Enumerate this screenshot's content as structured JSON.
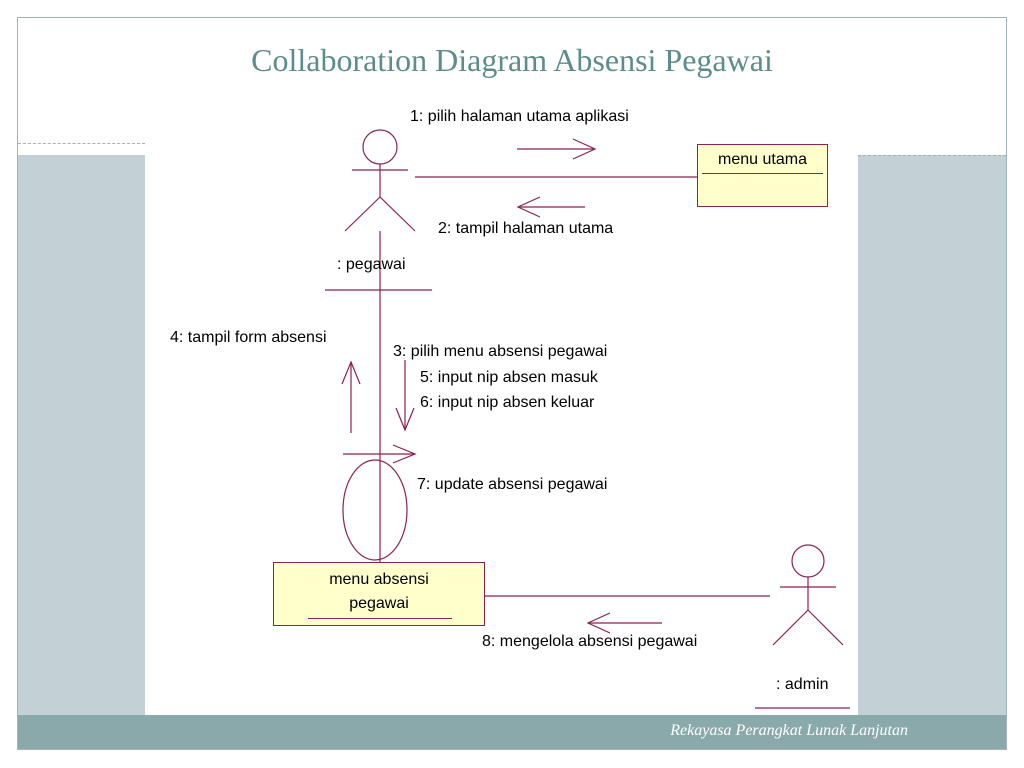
{
  "slide": {
    "title": "Collaboration Diagram Absensi Pegawai",
    "footer": "Rekayasa Perangkat Lunak Lanjutan"
  },
  "diagram": {
    "actors": {
      "pegawai": ": pegawai",
      "admin": ": admin"
    },
    "objects": {
      "menu_utama": "menu utama",
      "menu_absensi_line1": "menu absensi",
      "menu_absensi_line2": "pegawai"
    },
    "messages": {
      "m1": "1: pilih halaman utama aplikasi",
      "m2": "2: tampil halaman utama",
      "m3": "3: pilih menu absensi pegawai",
      "m4": "4: tampil form absensi",
      "m5": "5: input nip absen masuk",
      "m6": "6: input nip absen keluar",
      "m7": "7: update absensi pegawai",
      "m8": "8: mengelola absensi pegawai"
    },
    "colors": {
      "line": "#8b2252",
      "object_fill": "#ffffcc",
      "title": "#5d8c8c",
      "band": "#c3d0d5",
      "footer": "#8aa9ab"
    }
  }
}
